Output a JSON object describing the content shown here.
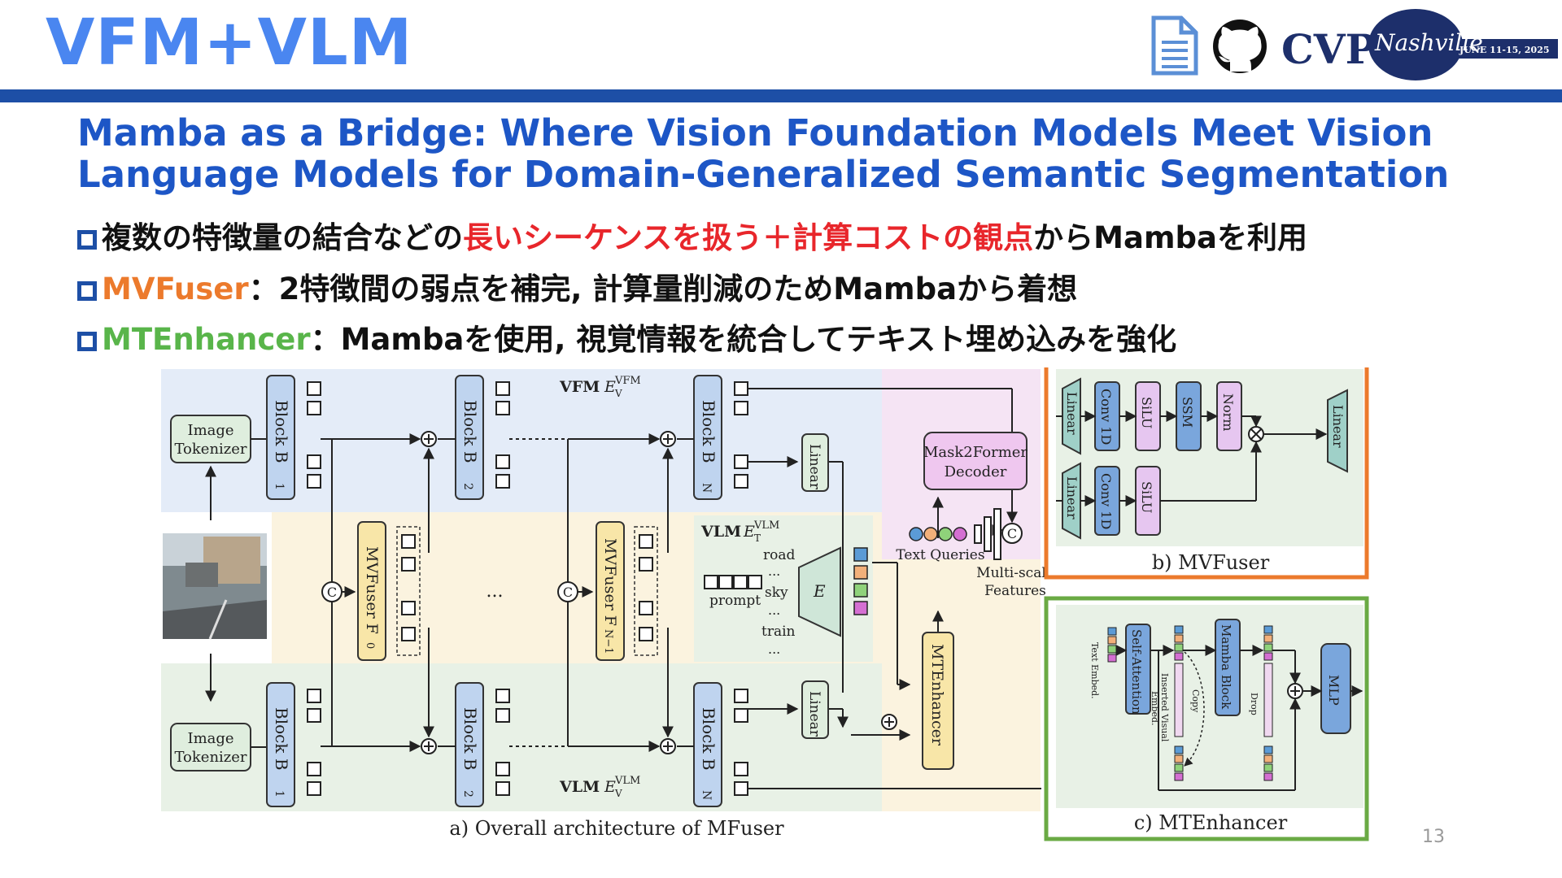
{
  "slide": {
    "title": "VFM+VLM",
    "paper_title_line1": "Mamba as a Bridge: Where Vision Foundation Models Meet Vision",
    "paper_title_line2": "Language Models for Domain-Generalized Semantic Segmentation",
    "page_number": "13"
  },
  "header_icons": {
    "doc": "document-icon",
    "github": "github-icon",
    "cvpr_text": "CVPR",
    "cvpr_script": "Nashville",
    "cvpr_date": "JUNE 11-15, 2025",
    "brand_color": "#1d4fa6"
  },
  "bullets": [
    {
      "pre": "複数の特徴量の結合などの",
      "highlight": "長いシーケンスを扱う＋計算コストの観点",
      "post": "からMambaを利用"
    },
    {
      "highlight": "MVFuser",
      "post": "：2特徴間の弱点を補完, 計算量削減のためMambaから着想"
    },
    {
      "highlight": "MTEnhancer",
      "post": "：Mambaを使用, 視覚情報を統合してテキスト埋め込みを強化"
    }
  ],
  "figure": {
    "a": {
      "image_tokenizer": "Image",
      "image_tokenizer2": "Tokenizer",
      "block_b1": "Block B",
      "block_b2": "Block B",
      "block_bn": "Block B",
      "sub1": "1",
      "sub2": "2",
      "subn": "N",
      "vfm_label": "VFM",
      "vlm_label": "VLM",
      "ev_vfm": "E",
      "ev_vfm_sup": "VFM",
      "ev_vfm_sub": "V",
      "ev_vlm_sup": "VLM",
      "ev_vlm_sub": "V",
      "et_vlm_sup": "VLM",
      "et_vlm_sub": "T",
      "mvfuser0": "MVFuser F",
      "mvfuser0_sub": "0",
      "mvfusern": "MVFuser F",
      "mvfusern_sub": "N−1",
      "linear": "Linear",
      "mask2former1": "Mask2Former",
      "mask2former2": "Decoder",
      "text_queries": "Text Queries",
      "multi_scale1": "Multi-scale",
      "multi_scale2": "Features",
      "mtenhancer": "MTEnhancer",
      "prompt": "prompt",
      "road": "road",
      "sky": "sky",
      "train": "train",
      "et": "E",
      "et_sub": "T",
      "dots": "...",
      "ellipsis_v": "...",
      "caption": "a) Overall architecture of MFuser"
    },
    "b": {
      "linear": "Linear",
      "conv1d": "Conv 1D",
      "silu": "SiLU",
      "ssm": "SSM",
      "norm": "Norm",
      "caption": "b) MVFuser",
      "border_color": "#ec7a2c"
    },
    "c": {
      "text_embed": "Text Embed.",
      "self_attention": "Self-Attention",
      "inserted_visual": "Inserted Visual",
      "embed": "Embed.",
      "copy": "Copy",
      "mamba_block": "Mamba Block",
      "drop": "Drop",
      "mlp": "MLP",
      "caption": "c) MTEnhancer",
      "border_color": "#6aaa44"
    }
  }
}
